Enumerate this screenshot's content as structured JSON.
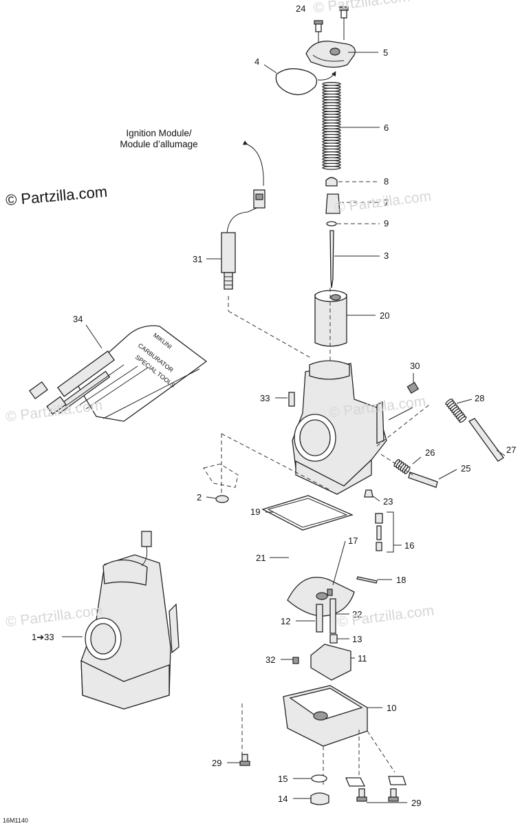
{
  "diagram_code": "16M1140",
  "copyright": "© Partzilla.com",
  "watermark": "© Partzilla.com",
  "ignition_module_label": [
    "Ignition Module/",
    "Module d’allumage"
  ],
  "assembly_label": "1➔33",
  "callouts": {
    "c24": "24",
    "c5": "5",
    "c4": "4",
    "c6": "6",
    "c8": "8",
    "c7": "7",
    "c9": "9",
    "c3": "3",
    "c31": "31",
    "c20": "20",
    "c34": "34",
    "c30": "30",
    "c33": "33",
    "c28": "28",
    "c27": "27",
    "c26": "26",
    "c25": "25",
    "c2": "2",
    "c23": "23",
    "c19": "19",
    "c16": "16",
    "c17": "17",
    "c21": "21",
    "c18": "18",
    "c22": "22",
    "c12": "12",
    "c13": "13",
    "c32": "32",
    "c11": "11",
    "c10": "10",
    "c29a": "29",
    "c15": "15",
    "c14": "14",
    "c29b": "29"
  },
  "tool_kit_text": [
    "MIKUNI",
    "CARBURATOR",
    "SPECIAL TOOLS"
  ]
}
